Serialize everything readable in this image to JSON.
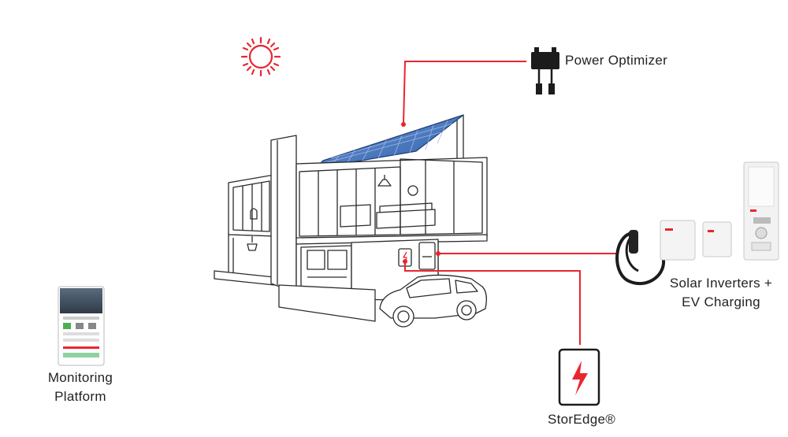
{
  "labels": {
    "power_optimizer": "Power Optimizer",
    "inverters_line1": "Solar Inverters +",
    "inverters_line2": "EV Charging",
    "monitoring_line1": "Monitoring",
    "monitoring_line2": "Platform",
    "storedge": "StorEdge®"
  },
  "colors": {
    "accent": "#e8262f",
    "line": "#2b2b2b",
    "panel": "#3f6fbf"
  },
  "icons": {
    "sun": "sun-icon",
    "bolt": "lightning-bolt-icon",
    "optimizer": "power-optimizer-device",
    "phone": "monitoring-phone-device"
  }
}
